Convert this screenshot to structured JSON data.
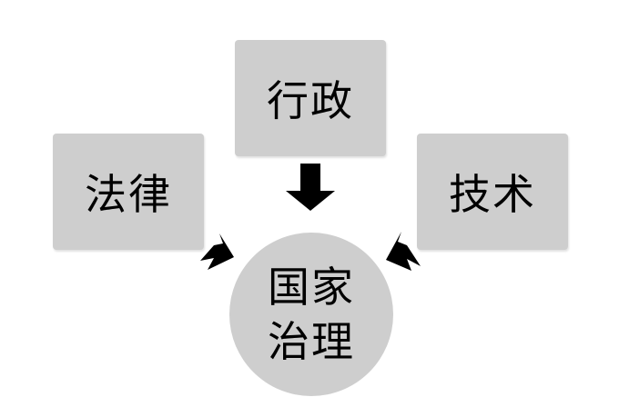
{
  "nodes": {
    "top": {
      "label": "行政"
    },
    "left": {
      "label": "法律"
    },
    "right": {
      "label": "技术"
    },
    "center": {
      "line1": "国家",
      "line2": "治理"
    }
  },
  "colors": {
    "node_fill": "#cecece",
    "arrow": "#000000",
    "text": "#000000"
  }
}
